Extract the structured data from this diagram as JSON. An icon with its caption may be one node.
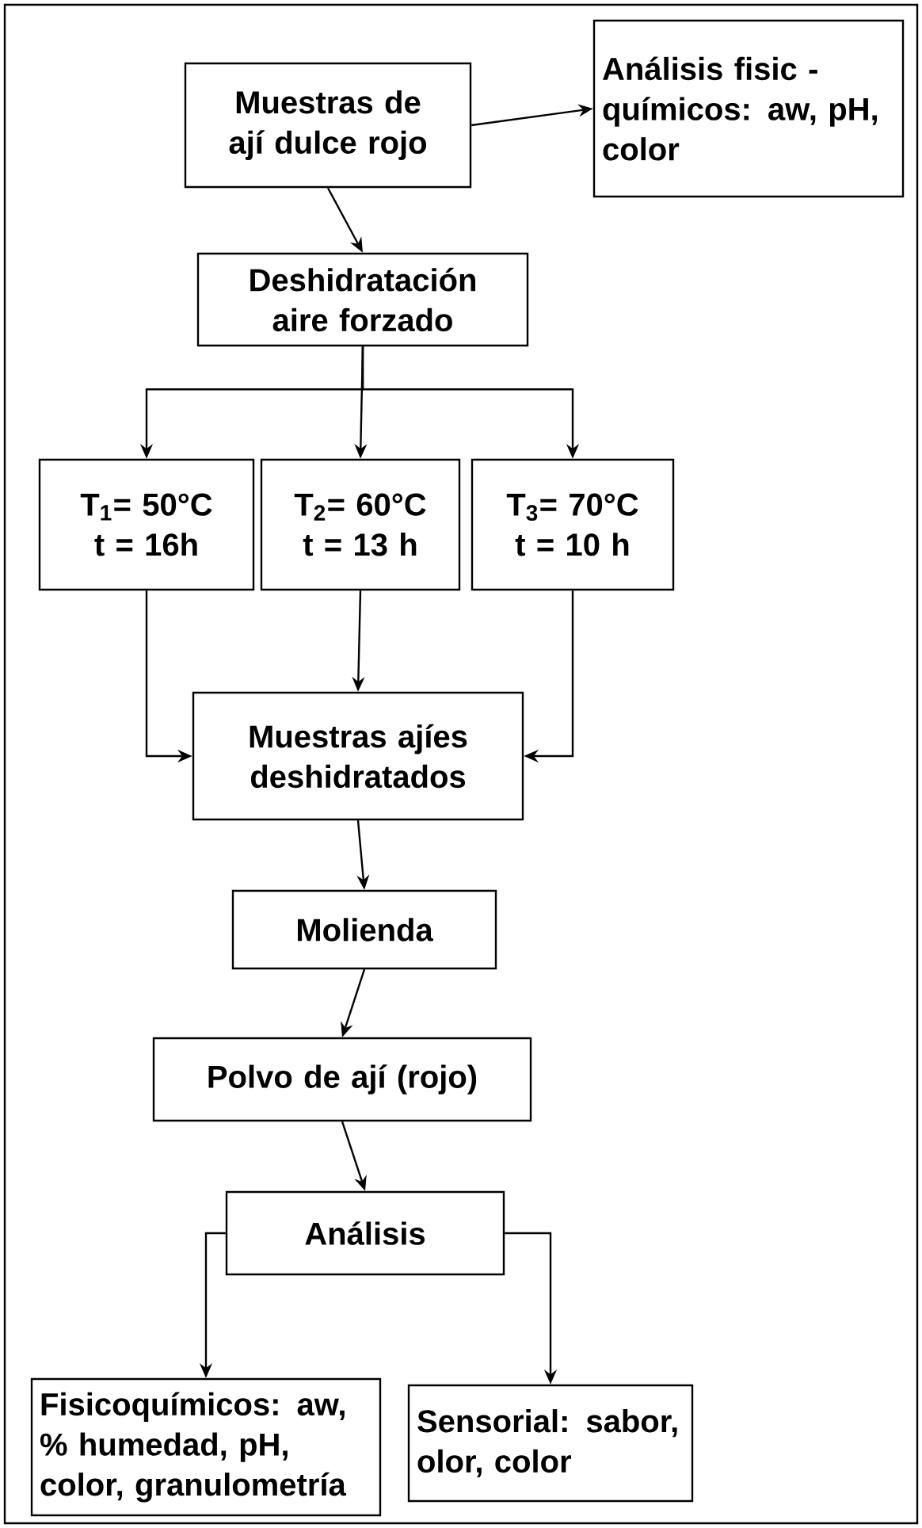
{
  "diagram": {
    "nodes": [
      {
        "text": [
          "Muestras de ají dulce rojo"
        ]
      },
      {
        "text": [
          "Análisis fisic - químicos: aw, pH, color"
        ]
      },
      {
        "text": [
          "Deshidratación aire forzado"
        ]
      },
      {
        "text": [
          "T$_{1}$= 50°C t = 16h"
        ]
      },
      {
        "text": [
          "T$_{2}$= 60°C t = 13 h"
        ]
      },
      {
        "text": [
          "T$_{3}$= 70°C t = 10 h"
        ]
      },
      {
        "text": [
          "Muestras ajíes deshidratados"
        ]
      },
      {
        "text": [
          "Molienda"
        ]
      },
      {
        "text": [
          "Polvo de ají (rojo)"
        ]
      },
      {
        "text": [
          "Análisis"
        ]
      },
      {
        "text": [
          "Fisicoquímicos: aw, % humedad, pH, color, granulometría"
        ]
      },
      {
        "text": [
          "Sensorial: sabor, olor, color"
        ]
      }
    ],
    "edges": [
      {
        "from": 0,
        "to": 1,
        "arrow": "to"
      },
      {
        "from": 0,
        "to": 2,
        "arrow": "to"
      },
      {
        "from": 2,
        "to": 3,
        "arrow": "to"
      },
      {
        "from": 2,
        "to": 4,
        "arrow": "to"
      },
      {
        "from": 2,
        "to": 5,
        "arrow": "to"
      },
      {
        "from": 3,
        "to": 6,
        "arrow": "to"
      },
      {
        "from": 4,
        "to": 6,
        "arrow": "to"
      },
      {
        "from": 5,
        "to": 6,
        "arrow": "to"
      },
      {
        "from": 6,
        "to": 7,
        "arrow": "to"
      },
      {
        "from": 7,
        "to": 8,
        "arrow": "to"
      },
      {
        "from": 8,
        "to": 9,
        "arrow": "to"
      },
      {
        "from": 9,
        "to": 10,
        "arrow": "to"
      },
      {
        "from": 9,
        "to": 11,
        "arrow": "to"
      }
    ]
  }
}
